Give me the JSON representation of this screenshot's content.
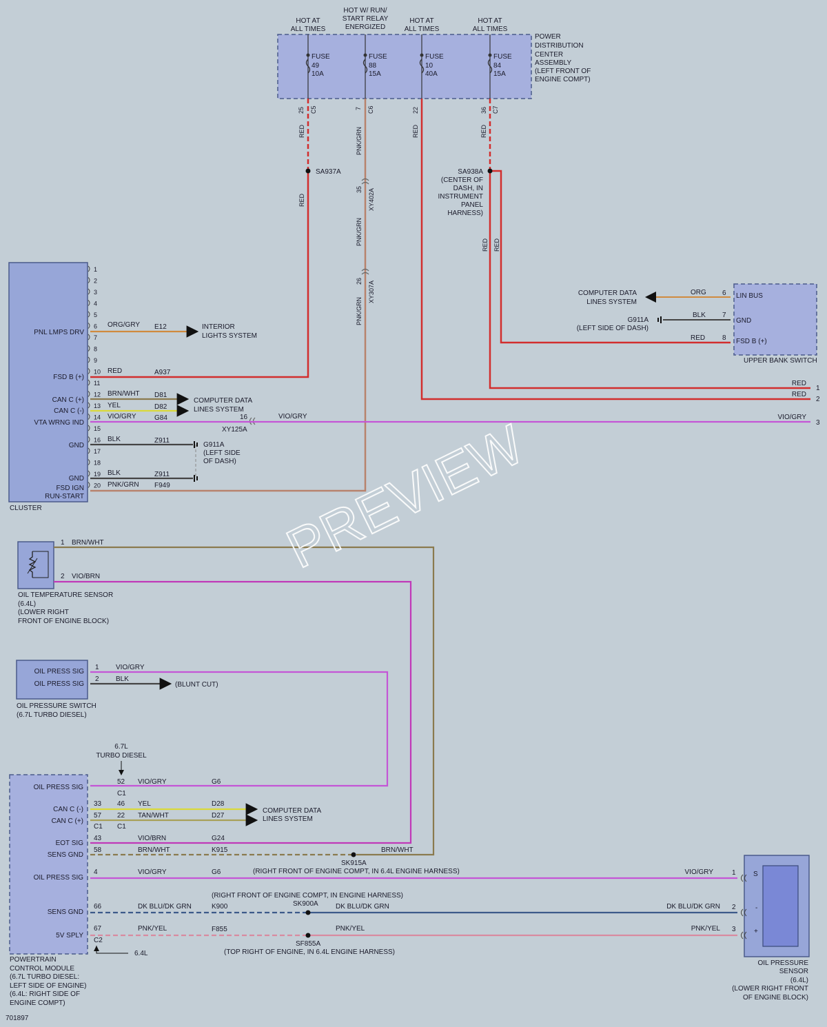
{
  "colors": {
    "red": "#d22d2d",
    "pnk_grn": "#b8826c",
    "org_gry": "#d08a3e",
    "vio_gry": "#c455d6",
    "vio_brn": "#c038b8",
    "yel": "#d9d93a",
    "brn_wht": "#8a7a4e",
    "tan_wht": "#a8a058",
    "blk": "#444444",
    "dkblu_dkgrn": "#3c5a8a",
    "pnk_yel": "#d98aa0",
    "module": "#97a6d8"
  },
  "fuse_header": {
    "col1": [
      "HOT AT",
      "ALL TIMES"
    ],
    "col2": [
      "HOT W/ RUN/",
      "START RELAY",
      "ENERGIZED"
    ],
    "col3": [
      "HOT AT",
      "ALL TIMES"
    ],
    "col4": [
      "HOT AT",
      "ALL TIMES"
    ]
  },
  "pdc_label": [
    "POWER",
    "DISTRIBUTION",
    "CENTER",
    "ASSEMBLY",
    "(LEFT FRONT OF",
    "ENGINE COMPT)"
  ],
  "fuses": [
    {
      "l1": "FUSE",
      "l2": "49",
      "l3": "10A",
      "pin": "25",
      "conn": "C5",
      "wire": "RED"
    },
    {
      "l1": "FUSE",
      "l2": "88",
      "l3": "15A",
      "pin": "7",
      "conn": "C6",
      "wire": "PNK/GRN"
    },
    {
      "l1": "FUSE",
      "l2": "10",
      "l3": "40A",
      "pin": "22",
      "conn": "",
      "wire": "RED"
    },
    {
      "l1": "FUSE",
      "l2": "84",
      "l3": "15A",
      "pin": "36",
      "conn": "C7",
      "wire": "RED"
    }
  ],
  "splices": {
    "sa937a": "SA937A",
    "sa938a": "SA938A",
    "sa938a_loc": [
      "(CENTER OF",
      "DASH, IN",
      "INSTRUMENT",
      "PANEL",
      "HARNESS)"
    ],
    "xy402a_pin": "35",
    "xy402a": "XY402A",
    "xy307a_pin": "26",
    "xy307a": "XY307A"
  },
  "vertical_wire_labels": {
    "red": "RED",
    "pnk_grn": "PNK/GRN"
  },
  "cluster": {
    "name": "CLUSTER",
    "pins": [
      "1",
      "2",
      "3",
      "4",
      "5",
      "6",
      "7",
      "8",
      "9",
      "10",
      "11",
      "12",
      "13",
      "14",
      "15",
      "16",
      "17",
      "18",
      "19",
      "20"
    ],
    "labels": {
      "p6": "PNL LMPS DRV",
      "p10": "FSD B (+)",
      "p12": "CAN C (+)",
      "p13": "CAN C (-)",
      "p14": "VTA WRNG IND",
      "p16": "GND",
      "p19": "GND",
      "p20a": "FSD IGN",
      "p20b": "RUN-START"
    },
    "wires": {
      "p6": {
        "color": "ORG/GRY",
        "circuit": "E12"
      },
      "p10": {
        "color": "RED",
        "circuit": "A937"
      },
      "p12": {
        "color": "BRN/WHT",
        "circuit": "D81"
      },
      "p13": {
        "color": "YEL",
        "circuit": "D82"
      },
      "p14": {
        "color": "VIO/GRY",
        "circuit": "G84"
      },
      "p16": {
        "color": "BLK",
        "circuit": "Z911"
      },
      "p19": {
        "color": "BLK",
        "circuit": "Z911"
      },
      "p20": {
        "color": "PNK/GRN",
        "circuit": "F949"
      }
    },
    "interior_lights": [
      "INTERIOR",
      "LIGHTS SYSTEM"
    ],
    "cdl": [
      "COMPUTER DATA",
      "LINES SYSTEM"
    ],
    "ground": [
      "G911A",
      "(LEFT SIDE",
      "OF DASH)"
    ],
    "xy125a_pin": "16",
    "xy125a": "XY125A",
    "vio_gry_right": "VIO/GRY"
  },
  "right_edge": {
    "w1": {
      "color": "RED",
      "num": "1"
    },
    "w2": {
      "color": "RED",
      "num": "2"
    },
    "w3": {
      "color": "VIO/GRY",
      "num": "3"
    }
  },
  "upper_bank": {
    "name": "UPPER BANK SWITCH",
    "p6": {
      "pin": "6",
      "label": "LIN BUS",
      "wire": "ORG"
    },
    "p7": {
      "pin": "7",
      "label": "GND",
      "wire": "BLK"
    },
    "p8": {
      "pin": "8",
      "label": "FSD B (+)",
      "wire": "RED"
    },
    "cdl": [
      "COMPUTER DATA",
      "LINES SYSTEM"
    ],
    "ground": [
      "G911A",
      "(LEFT SIDE OF DASH)"
    ]
  },
  "oil_temp": {
    "name": [
      "OIL TEMPERATURE SENSOR",
      "(6.4L)",
      "(LOWER RIGHT",
      "FRONT OF ENGINE BLOCK)"
    ],
    "p1": {
      "pin": "1",
      "wire": "BRN/WHT"
    },
    "p2": {
      "pin": "2",
      "wire": "VIO/BRN"
    }
  },
  "oil_switch": {
    "name": [
      "OIL PRESSURE SWITCH",
      "(6.7L TURBO DIESEL)"
    ],
    "p1": {
      "pin": "1",
      "label": "OIL PRESS SIG",
      "wire": "VIO/GRY"
    },
    "p2": {
      "pin": "2",
      "label": "OIL PRESS SIG",
      "wire": "BLK"
    },
    "blunt": "(BLUNT CUT)"
  },
  "pcm": {
    "name": [
      "POWERTRAIN",
      "CONTROL MODULE",
      "(6.7L TURBO DIESEL:",
      "LEFT SIDE OF ENGINE)",
      "(6.4L: RIGHT SIDE OF",
      "ENGINE COMPT)"
    ],
    "turbo_note": [
      "6.7L",
      "TURBO DIESEL"
    ],
    "engine_note": "6.4L",
    "rows": {
      "oil1": {
        "label": "OIL PRESS SIG",
        "pin_a": "",
        "pin_b": "52",
        "wire": "VIO/GRY",
        "circuit": "G6"
      },
      "c1": "C1",
      "canm": {
        "label": "CAN C (-)",
        "pin_a": "33",
        "pin_b": "46",
        "wire": "YEL",
        "circuit": "D28"
      },
      "canp": {
        "label": "CAN C (+)",
        "pin_a": "57",
        "pin_b": "22",
        "wire": "TAN/WHT",
        "circuit": "D27"
      },
      "c1a": "C1",
      "c1b": "C1",
      "eot": {
        "label": "EOT SIG",
        "pin_a": "43",
        "wire": "VIO/BRN",
        "circuit": "G24"
      },
      "sgnd1": {
        "label": "SENS GND",
        "pin_a": "58",
        "wire": "BRN/WHT",
        "circuit": "K915"
      },
      "oil2": {
        "label": "OIL PRESS SIG",
        "pin_a": "4",
        "wire": "VIO/GRY",
        "circuit": "G6"
      },
      "sgnd2": {
        "label": "SENS GND",
        "pin_a": "66",
        "wire": "DK BLU/DK GRN",
        "circuit": "K900"
      },
      "vsply": {
        "label": "5V SPLY",
        "pin_a": "67",
        "wire": "PNK/YEL",
        "circuit": "F855"
      },
      "c2": "C2"
    },
    "cdl": [
      "COMPUTER DATA",
      "LINES SYSTEM"
    ]
  },
  "pcm_splices": {
    "sk915a": "SK915A",
    "sk915a_loc": "(RIGHT FRONT OF ENGINE COMPT, IN 6.4L ENGINE HARNESS)",
    "brn_wht_right": "BRN/WHT",
    "sk900a_loc": "(RIGHT FRONT OF ENGINE COMPT, IN ENGINE HARNESS)",
    "sk900a": "SK900A",
    "sk900a_wire": "DK BLU/DK GRN",
    "sf855a": "SF855A",
    "sf855a_loc": "(TOP RIGHT OF ENGINE, IN 6.4L ENGINE HARNESS)",
    "sf855a_wire": "PNK/YEL"
  },
  "oil_sensor": {
    "name": [
      "OIL PRESSURE",
      "SENSOR",
      "(6.4L)",
      "(LOWER RIGHT FRONT",
      "OF ENGINE BLOCK)"
    ],
    "p1": {
      "pin": "1",
      "wire": "VIO/GRY",
      "sym": "S"
    },
    "p2": {
      "pin": "2",
      "wire": "DK BLU/DK GRN",
      "sym": "-"
    },
    "p3": {
      "pin": "3",
      "wire": "PNK/YEL",
      "sym": "+"
    }
  },
  "diagram_id": "701897",
  "watermark": "PREVIEW"
}
